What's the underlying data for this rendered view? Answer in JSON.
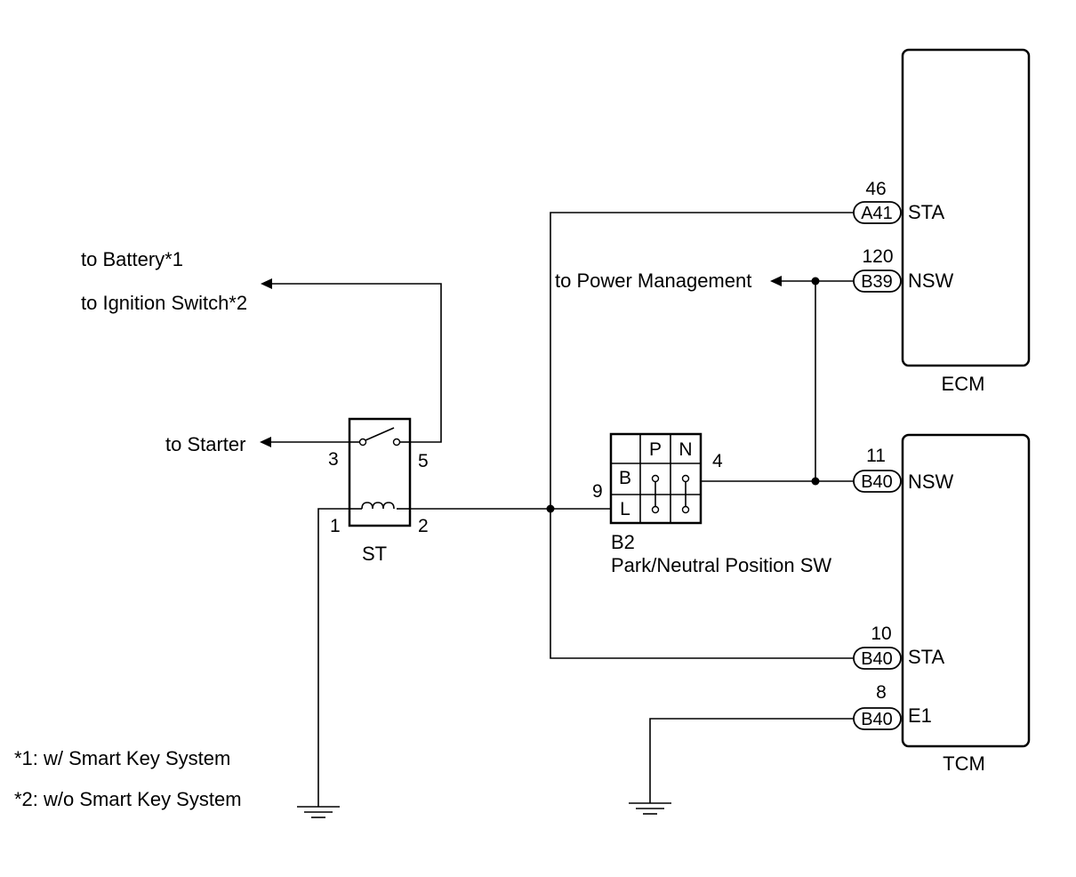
{
  "left_labels": {
    "battery": "to Battery*1",
    "ignition": "to Ignition Switch*2",
    "starter": "to Starter"
  },
  "footnotes": {
    "note1": "*1: w/ Smart Key System",
    "note2": "*2: w/o Smart Key System"
  },
  "relay": {
    "name": "ST",
    "pin1": "1",
    "pin2": "2",
    "pin3": "3",
    "pin5": "5"
  },
  "pn_switch": {
    "connector": "B2",
    "name": "Park/Neutral Position SW",
    "pin_in": "9",
    "pin_out": "4",
    "col_p": "P",
    "col_n": "N",
    "row_b": "B",
    "row_l": "L"
  },
  "power_mgmt": {
    "label": "to Power Management"
  },
  "ecm": {
    "name": "ECM",
    "sta": {
      "pin": "46",
      "connector": "A41",
      "signal": "STA"
    },
    "nsw": {
      "pin": "120",
      "connector": "B39",
      "signal": "NSW"
    }
  },
  "tcm": {
    "name": "TCM",
    "nsw": {
      "pin": "11",
      "connector": "B40",
      "signal": "NSW"
    },
    "sta": {
      "pin": "10",
      "connector": "B40",
      "signal": "STA"
    },
    "e1": {
      "pin": "8",
      "connector": "B40",
      "signal": "E1"
    }
  }
}
